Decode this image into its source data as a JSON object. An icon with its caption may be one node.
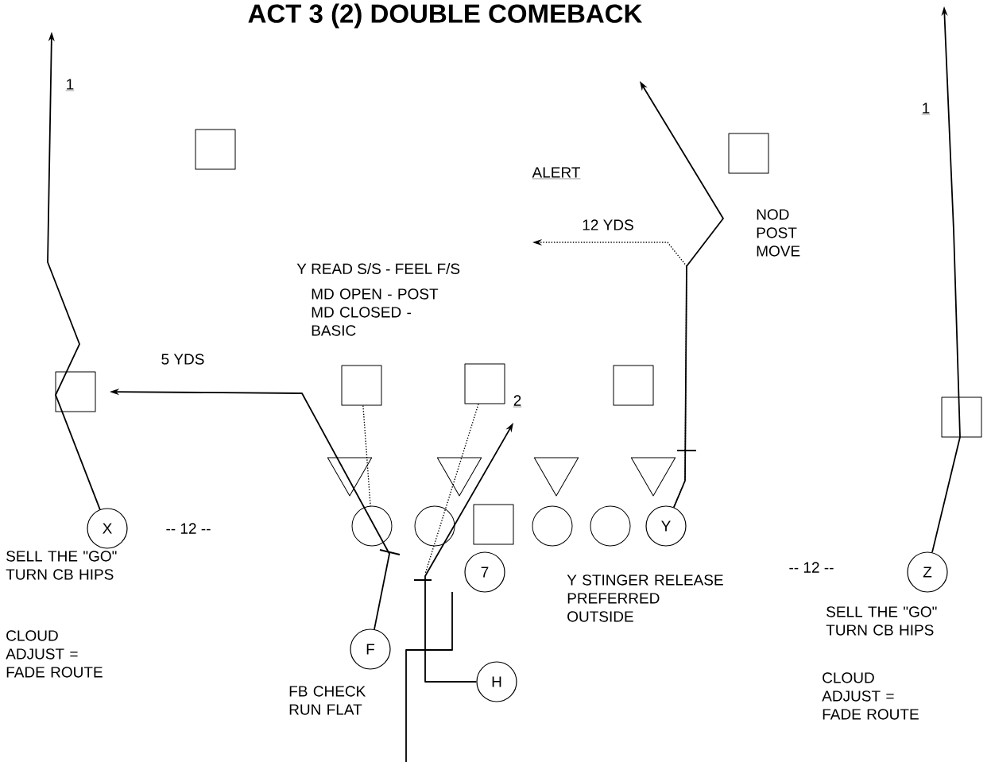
{
  "diagram": {
    "title": "ACT 3 (2) DOUBLE COMEBACK",
    "nodes": [
      {
        "text": [],
        "shape": "box"
      },
      {
        "text": [],
        "shape": "box"
      },
      {
        "text": [],
        "shape": "box"
      },
      {
        "text": [],
        "shape": "box"
      },
      {
        "text": [],
        "shape": "box"
      },
      {
        "text": [],
        "shape": "box"
      },
      {
        "text": [],
        "shape": "box"
      },
      {
        "text": [],
        "shape": "triangle"
      },
      {
        "text": [],
        "shape": "triangle"
      },
      {
        "text": [],
        "shape": "triangle"
      },
      {
        "text": [],
        "shape": "triangle"
      },
      {
        "text": [
          "X"
        ]
      },
      {
        "text": [],
        "shape": "circle"
      },
      {
        "text": [],
        "shape": "circle"
      },
      {
        "text": [],
        "shape": "box"
      },
      {
        "text": [],
        "shape": "circle"
      },
      {
        "text": [],
        "shape": "circle"
      },
      {
        "text": [
          "Y"
        ]
      },
      {
        "text": [
          "7"
        ]
      },
      {
        "text": [
          "Z"
        ]
      },
      {
        "text": [
          "F"
        ]
      },
      {
        "text": [
          "H"
        ]
      }
    ],
    "edges": [
      {
        "from": 11,
        "to": null,
        "arrow": "to"
      },
      {
        "from": 19,
        "to": null,
        "arrow": "to"
      },
      {
        "from": 17,
        "to": null,
        "arrow": "to"
      },
      {
        "from": 17,
        "to": null,
        "arrow": "to",
        "style": "dashed",
        "label": "12 YDS"
      },
      {
        "from": 20,
        "to": null,
        "arrow": "to",
        "label": "5 YDS"
      },
      {
        "from": 21,
        "to": null,
        "arrow": "to"
      },
      {
        "from": 3,
        "to": 12,
        "arrow": "none",
        "style": "dashed"
      },
      {
        "from": 4,
        "to": null,
        "arrow": "none",
        "style": "dashed"
      }
    ],
    "labels": [
      "1",
      "1",
      "ALERT",
      "NOD POST MOVE",
      "Y READ S/S - FEEL F/S",
      "MD OPEN - POST MD CLOSED - BASIC",
      "2",
      "-- 12 --",
      "SELL THE \"GO\" TURN CB HIPS",
      "Y STINGER RELEASE PREFERRED OUTSIDE",
      "-- 12 --",
      "SELL THE \"GO\" TURN CB HIPS",
      "CLOUD ADJUST = FADE ROUTE",
      "FB CHECK RUN FLAT",
      "CLOUD ADJUST = FADE ROUTE"
    ]
  }
}
